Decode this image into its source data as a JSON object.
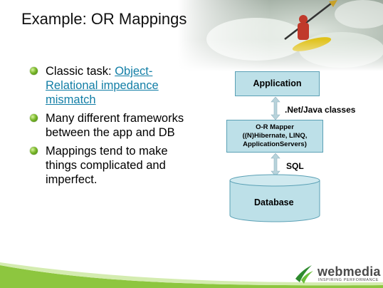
{
  "title": "Example: OR Mappings",
  "bullets": [
    {
      "prefix": "Classic task: ",
      "link": "Object-Relational impedance mismatch",
      "link_line1": "Object-",
      "link_line2": "Relational impedance",
      "link_line3": "mismatch"
    },
    {
      "line1": "Many different frameworks",
      "line2": "between the app and DB"
    },
    {
      "line1": "Mappings tend to make",
      "line2": "things complicated and",
      "line3": "imperfect."
    }
  ],
  "diagram": {
    "application": "Application",
    "classes_label": ".Net/Java classes",
    "mapper_line1": "O-R Mapper",
    "mapper_line2": "((N)Hibernate, LINQ,",
    "mapper_line3": "ApplicationServers)",
    "sql_label": "SQL",
    "database": "Database"
  },
  "logo": {
    "name": "webmedia",
    "tagline": "INSPIRING PERFORMANCE"
  },
  "colors": {
    "box_fill": "#bde0e8",
    "box_border": "#5aa0b5",
    "link": "#127ea6",
    "bullet_green": "#7ab82a",
    "footer_green": "#8dc63f"
  }
}
